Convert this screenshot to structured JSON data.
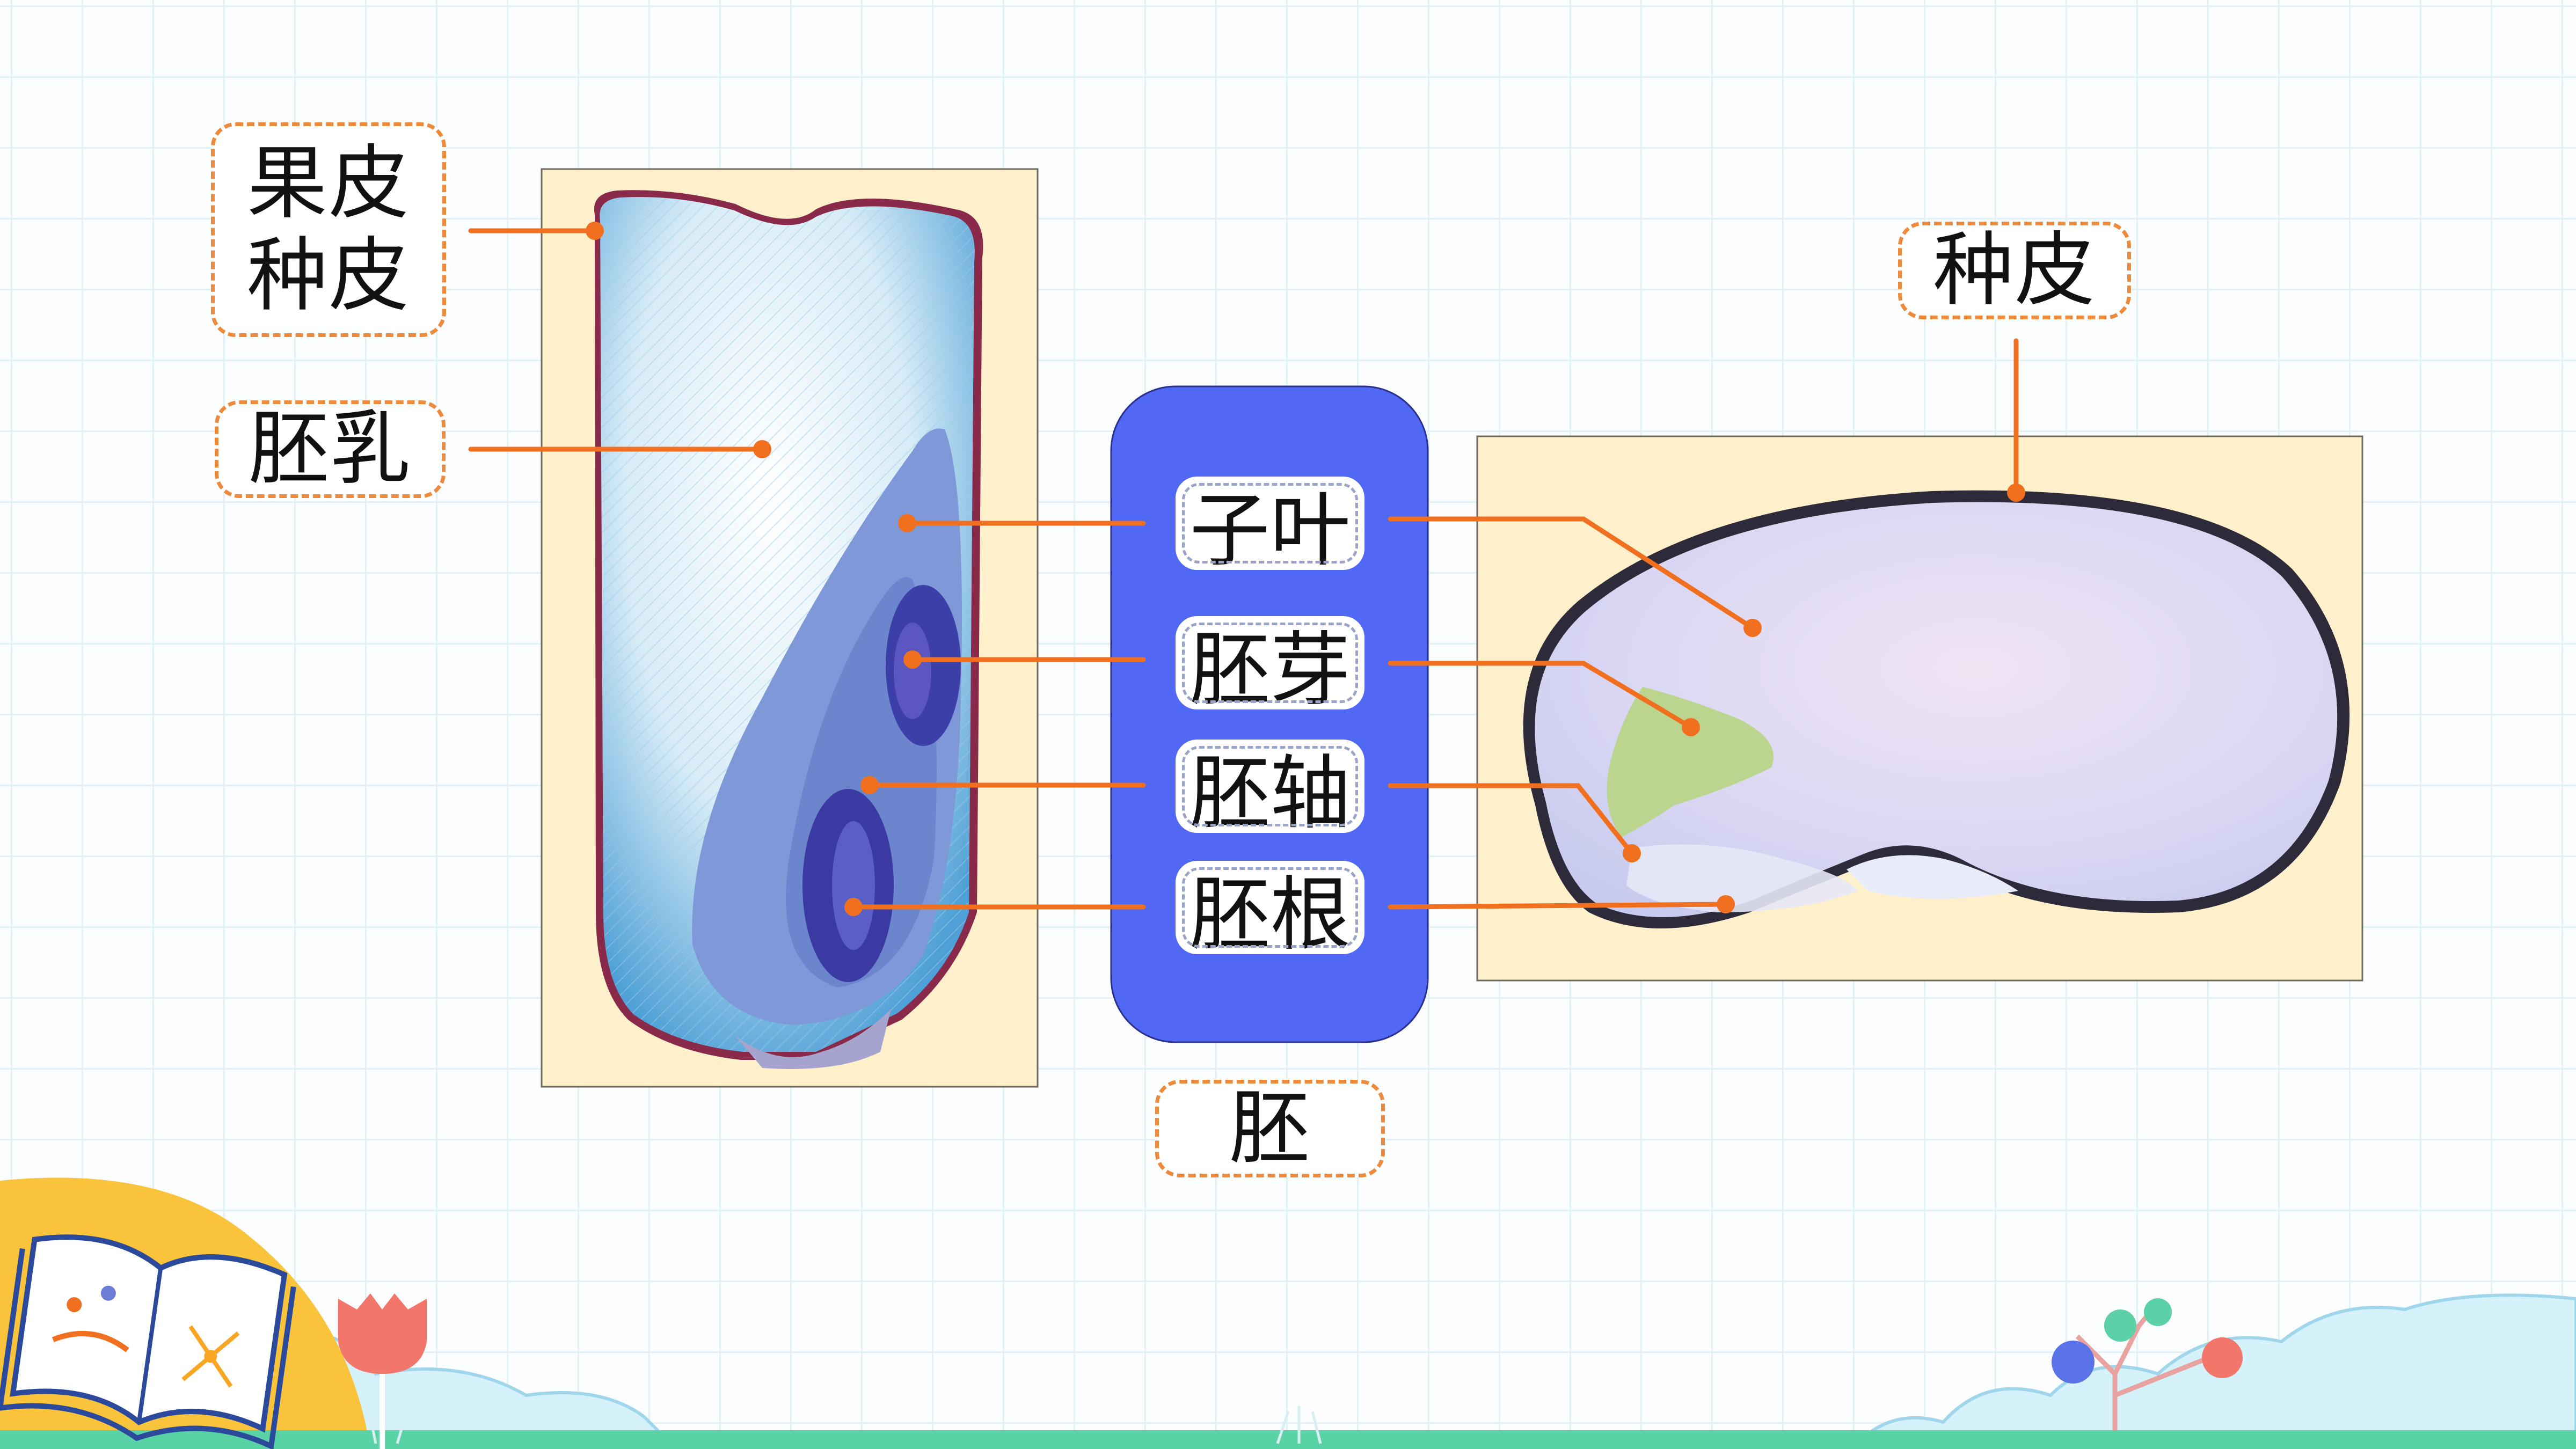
{
  "corn_labels": {
    "pericarp_seedcoat": [
      "果皮",
      "种皮"
    ],
    "endosperm": "胚乳"
  },
  "embryo_parts": {
    "cotyledon": "子叶",
    "plumule": "胚芽",
    "hypocotyl": "胚轴",
    "radicle": "胚根"
  },
  "embryo_caption": "胚",
  "bean_labels": {
    "seed_coat": "种皮"
  },
  "colors": {
    "accent": "#f07020",
    "panel_bg": "#fff0cc",
    "embryo_box": "#5168f5",
    "dash_border": "#ee8a3c",
    "ground": "#59d3a6"
  },
  "icons": [
    "open-book-icon",
    "flower-icon",
    "balloon-tree-icon",
    "cloud-icon"
  ]
}
